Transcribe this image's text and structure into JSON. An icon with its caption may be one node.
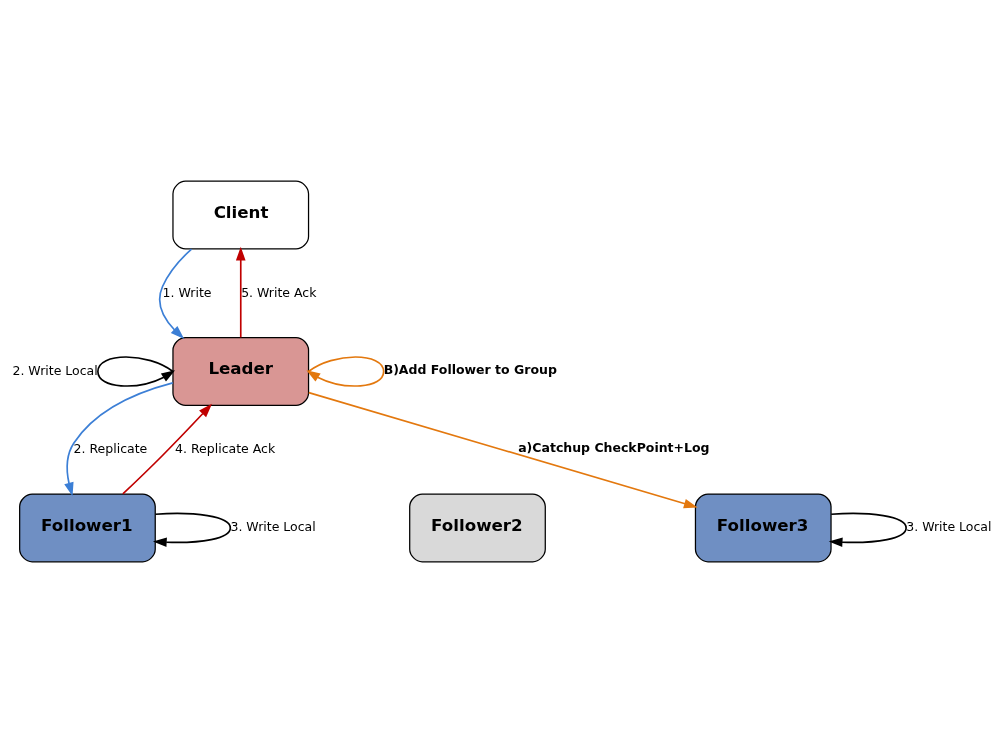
{
  "diagram": {
    "nodes": [
      {
        "text": [
          "Client"
        ]
      },
      {
        "text": [
          "Leader"
        ]
      },
      {
        "text": [
          "Follower1"
        ]
      },
      {
        "text": [
          "Follower2"
        ]
      },
      {
        "text": [
          "Follower3"
        ]
      }
    ],
    "edges": [
      {
        "from": 0,
        "to": 1,
        "arrow": "to",
        "label": "1. Write",
        "color": "#3c7fd6"
      },
      {
        "from": 1,
        "to": 0,
        "arrow": "to",
        "label": "5. Write Ack",
        "color": "#c00000"
      },
      {
        "from": 1,
        "to": 1,
        "arrow": "to",
        "label": "2. Write Local"
      },
      {
        "from": 1,
        "to": 1,
        "arrow": "to",
        "label": "B)Add Follower to Group",
        "color": "#e3780e"
      },
      {
        "from": 1,
        "to": 2,
        "arrow": "to",
        "label": "2. Replicate",
        "color": "#3c7fd6"
      },
      {
        "from": 2,
        "to": 1,
        "arrow": "to",
        "label": "4. Replicate Ack",
        "color": "#c00000"
      },
      {
        "from": 1,
        "to": 4,
        "arrow": "to",
        "label": "a)Catchup CheckPoint+Log",
        "color": "#e3780e"
      },
      {
        "from": 2,
        "to": 2,
        "arrow": "to",
        "label": "3. Write Local"
      },
      {
        "from": 4,
        "to": 4,
        "arrow": "to",
        "label": "3. Write Local"
      }
    ]
  }
}
